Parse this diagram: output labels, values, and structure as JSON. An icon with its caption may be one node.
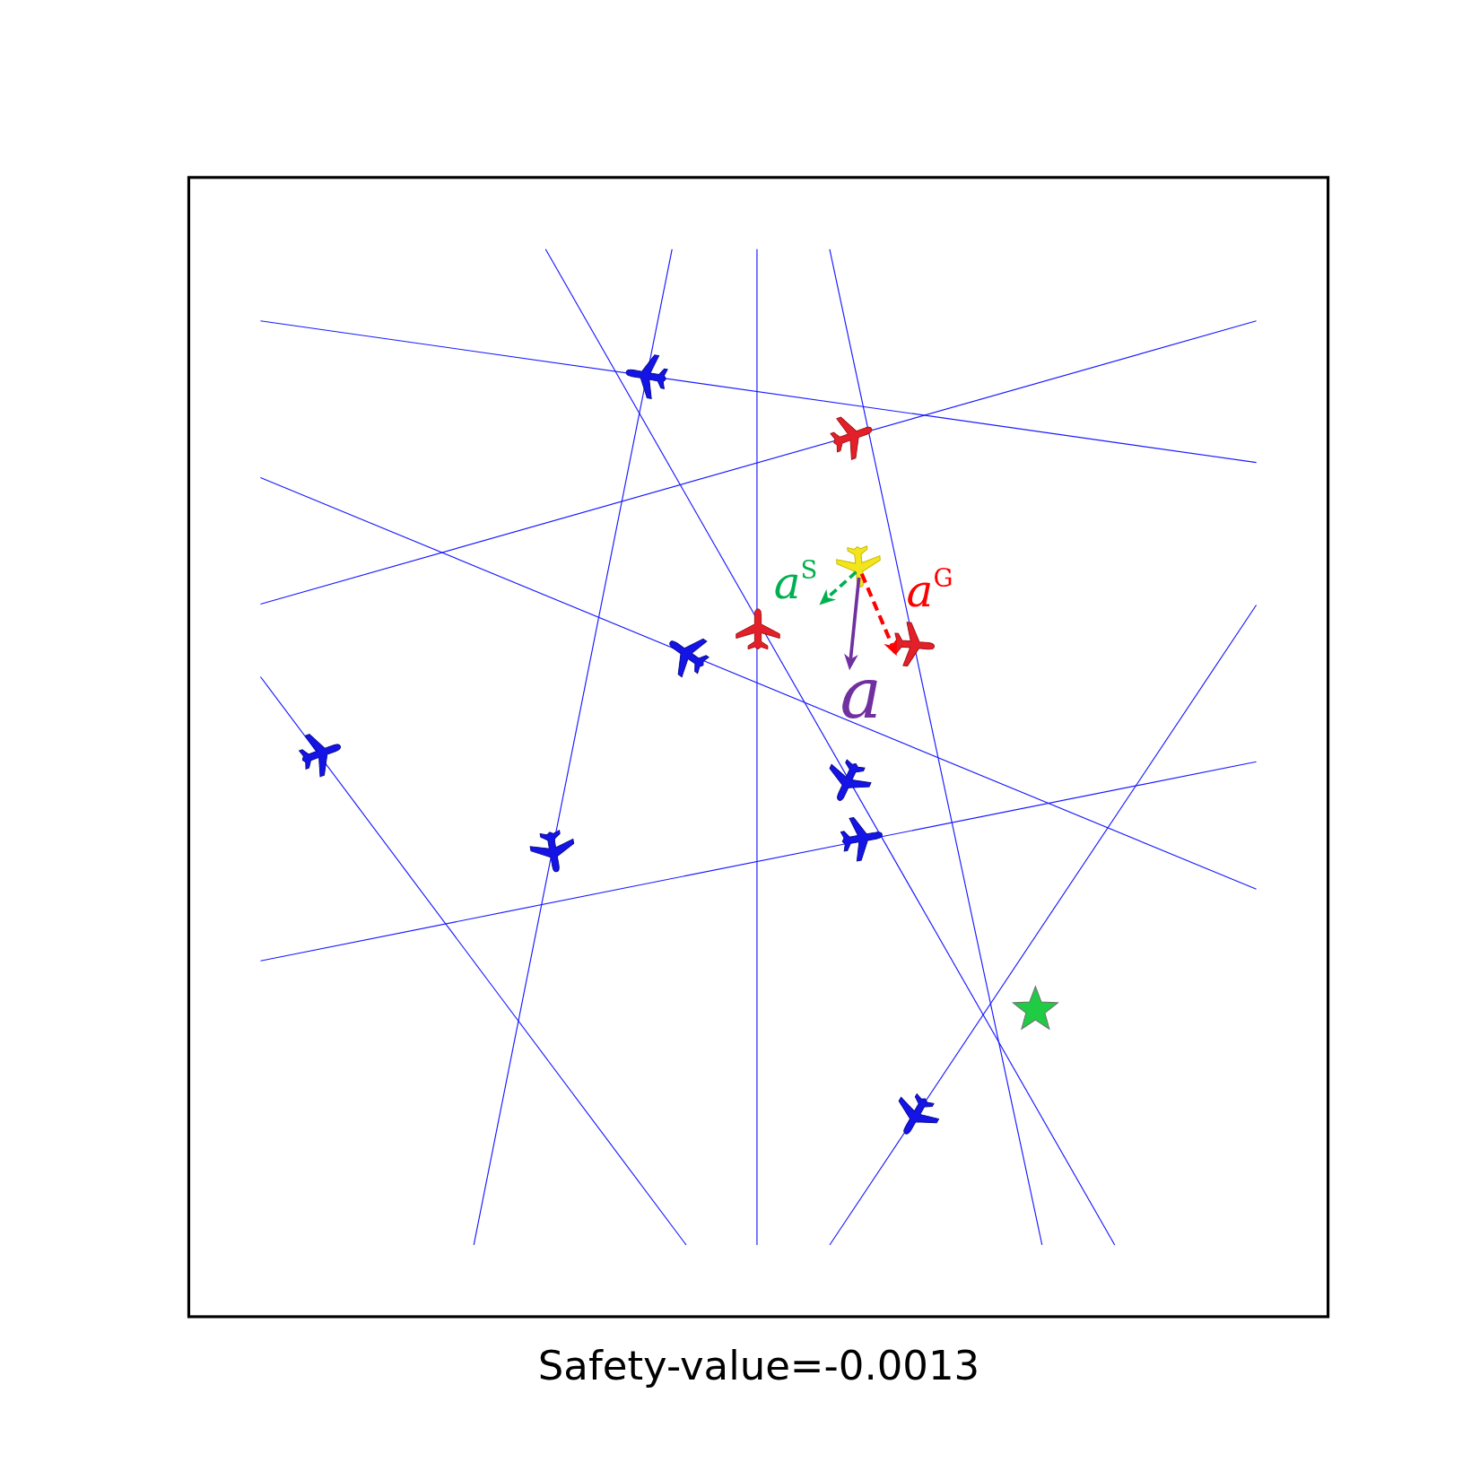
{
  "diagram": {
    "caption": "Safety-value=-0.0013",
    "labels": [
      "*a*$^{S}$",
      "*a*$^{G}$",
      "a"
    ]
  }
}
